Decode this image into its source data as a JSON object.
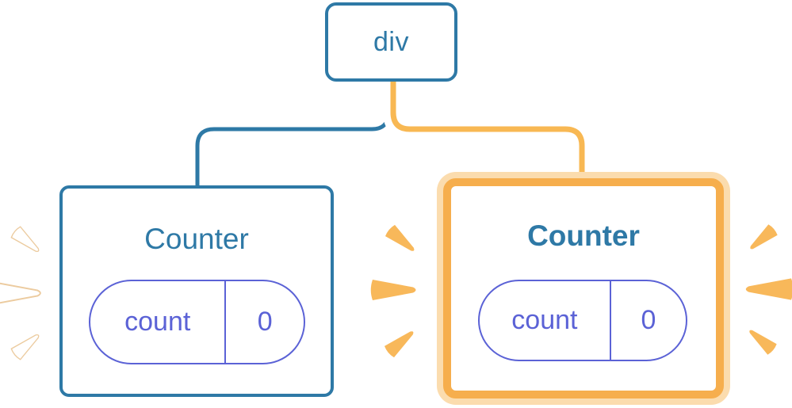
{
  "diagram": {
    "description": "React component tree: div root with two Counter children; right Counter highlighted as re-rendering with new state",
    "root": {
      "label": "div"
    },
    "children": [
      {
        "title": "Counter",
        "highlighted": false,
        "state": {
          "key": "count",
          "value": "0"
        }
      },
      {
        "title": "Counter",
        "highlighted": true,
        "state": {
          "key": "count",
          "value": "0"
        }
      }
    ]
  },
  "colors": {
    "tree_blue": "#2e79a6",
    "state_indigo": "#5b62d6",
    "highlight_orange": "#f6ae4d",
    "highlight_orange_light": "#fbdcae",
    "edge_orange": "#f8b853",
    "sparkle_orange": "#f8b85a",
    "sparkle_white": "#ffffff",
    "sparkle_white_edge": "#eccb9f",
    "background": "#ffffff"
  }
}
